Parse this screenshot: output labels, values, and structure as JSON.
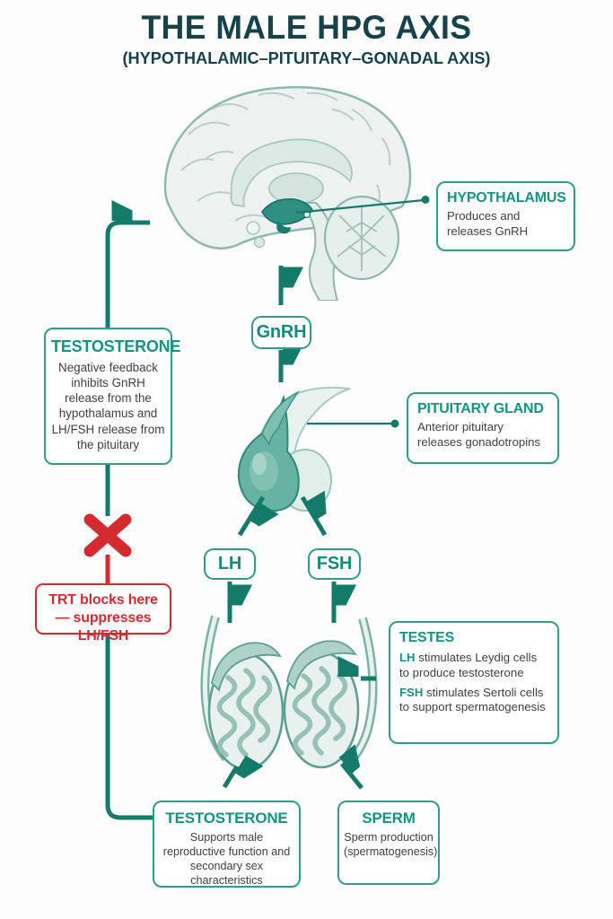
{
  "title": "THE MALE HPG AXIS",
  "subtitle": "(HYPOTHALAMIC–PITUITARY–GONADAL AXIS)",
  "colors": {
    "title_dark_teal": "#16424a",
    "heading_teal": "#12957f",
    "border_teal": "#2f9d8c",
    "arrow_teal": "#147a69",
    "alert_red": "#d32b2f",
    "body_text": "#3d4145"
  },
  "nodes": {
    "hypothalamus": {
      "title": "HYPOTHALAMUS",
      "body": "Produces and releases GnRH"
    },
    "gnrh_label": "GnRH",
    "pituitary": {
      "title": "PITUITARY GLAND",
      "body": "Anterior pituitary releases gonadotropins"
    },
    "lh_label": "LH",
    "fsh_label": "FSH",
    "testes": {
      "title": "TESTES",
      "lh_term": "LH",
      "lh_rest": " stimulates Leydig cells to produce testosterone",
      "fsh_term": "FSH",
      "fsh_rest": " stimulates Sertoli cells to support spermatogenesis"
    },
    "feedback": {
      "title": "TESTOSTERONE",
      "body": "Negative feedback inhibits GnRH release from the hypothalamus and LH/FSH release from the pituitary"
    },
    "trt": {
      "body": "TRT blocks here — suppresses LH/FSH"
    },
    "testosterone": {
      "title": "TESTOSTERONE",
      "body": "Supports male reproductive function and secondary sex characteristics"
    },
    "sperm": {
      "title": "SPERM",
      "body": "Sperm production (spermatogenesis)"
    }
  }
}
